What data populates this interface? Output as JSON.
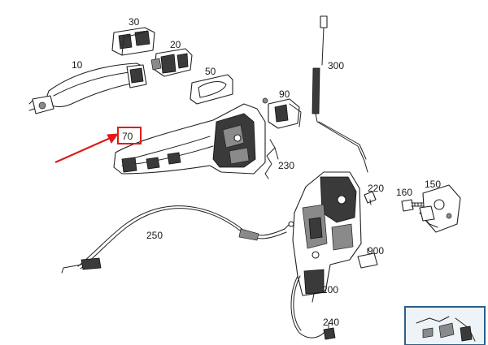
{
  "callouts": {
    "p30": "30",
    "p20": "20",
    "p10": "10",
    "p50": "50",
    "p300": "300",
    "p90": "90",
    "p70": "70",
    "p230": "230",
    "p220": "220",
    "p150": "150",
    "p160": "160",
    "p250": "250",
    "p900": "900",
    "p200": "200",
    "p240": "240"
  },
  "highlight": {
    "part": "70",
    "color": "#e01a1a"
  }
}
